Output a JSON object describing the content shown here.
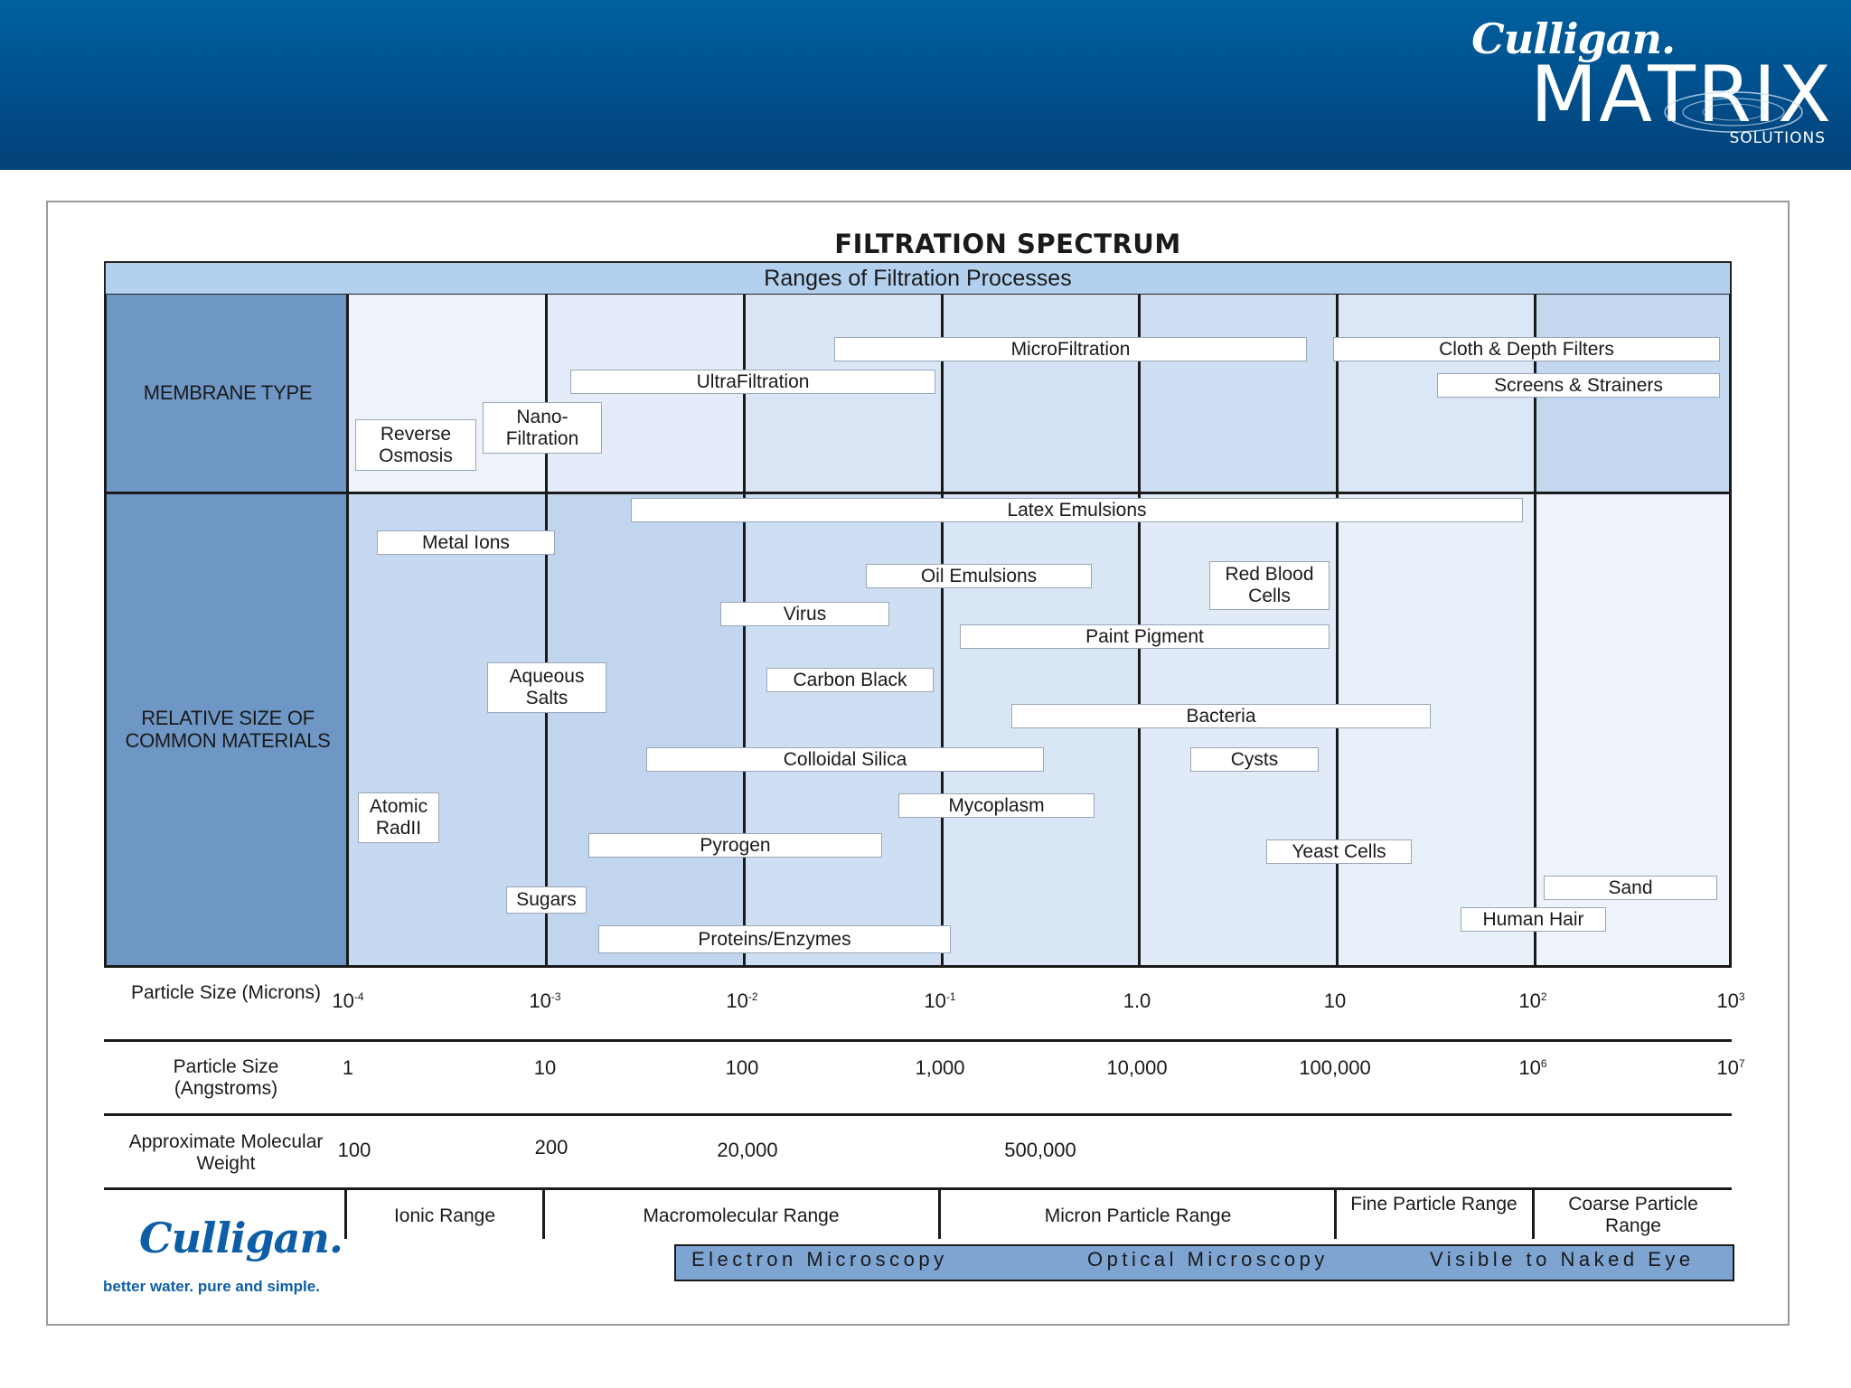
{
  "brand": {
    "script": "Culligan.",
    "word": "MATRIX",
    "sub": "SOLUTIONS"
  },
  "title": "FILTRATION SPECTRUM",
  "subtitle": "Ranges of Filtration Processes",
  "row_labels": {
    "membrane": "MEMBRANE TYPE",
    "materials": "RELATIVE SIZE OF COMMON MATERIALS"
  },
  "membranes": [
    {
      "text": "MicroFiltration"
    },
    {
      "text": "Cloth & Depth Filters"
    },
    {
      "text": "UltraFiltration"
    },
    {
      "text": "Screens & Strainers"
    },
    {
      "text": "Nano- Filtration"
    },
    {
      "text": "Reverse Osmosis"
    }
  ],
  "materials": [
    {
      "text": "Latex Emulsions"
    },
    {
      "text": "Metal Ions"
    },
    {
      "text": "Oil Emulsions"
    },
    {
      "text": "Red Blood Cells"
    },
    {
      "text": "Virus"
    },
    {
      "text": "Paint Pigment"
    },
    {
      "text": "Aqueous Salts"
    },
    {
      "text": "Carbon Black"
    },
    {
      "text": "Bacteria"
    },
    {
      "text": "Colloidal Silica"
    },
    {
      "text": "Cysts"
    },
    {
      "text": "Atomic RadII"
    },
    {
      "text": "Mycoplasm"
    },
    {
      "text": "Pyrogen"
    },
    {
      "text": "Yeast Cells"
    },
    {
      "text": "Sand"
    },
    {
      "text": "Sugars"
    },
    {
      "text": "Human Hair"
    },
    {
      "text": "Proteins/Enzymes"
    }
  ],
  "scales": {
    "microns_label": "Particle Size (Microns)",
    "microns": [
      {
        "base": "10",
        "exp": "-4"
      },
      {
        "base": "10",
        "exp": "-3"
      },
      {
        "base": "10",
        "exp": "-2"
      },
      {
        "base": "10",
        "exp": "-1"
      },
      {
        "base": "1.0",
        "exp": ""
      },
      {
        "base": "10",
        "exp": ""
      },
      {
        "base": "10",
        "exp": "2"
      },
      {
        "base": "10",
        "exp": "3"
      }
    ],
    "angstroms_label": "Particle Size (Angstroms)",
    "angstroms": [
      {
        "base": "1",
        "exp": ""
      },
      {
        "base": "10",
        "exp": ""
      },
      {
        "base": "100",
        "exp": ""
      },
      {
        "base": "1,000",
        "exp": ""
      },
      {
        "base": "10,000",
        "exp": ""
      },
      {
        "base": "100,000",
        "exp": ""
      },
      {
        "base": "10",
        "exp": "6"
      },
      {
        "base": "10",
        "exp": "7"
      }
    ],
    "mw_label": "Approximate Molecular Weight",
    "mw": [
      "100",
      "200",
      "20,000",
      "500,000"
    ]
  },
  "ranges": {
    "ionic": "Ionic Range",
    "macro": "Macromolecular Range",
    "micron": "Micron Particle Range",
    "fine": "Fine Particle Range",
    "coarse": "Coarse Particle Range"
  },
  "microscopy": {
    "electron": "Electron Microscopy",
    "optical": "Optical Microscopy",
    "naked": "Visible to Naked Eye"
  },
  "footer_logo": {
    "script": "Culligan.",
    "tagline": "better water. pure and simple."
  },
  "colors": {
    "header": "#00609f",
    "left_panel": "#6f97c6",
    "range_bar": "#b3d1ef",
    "microscopy_bar": "#7ea4d2",
    "logo_blue": "#0d5ea6"
  }
}
